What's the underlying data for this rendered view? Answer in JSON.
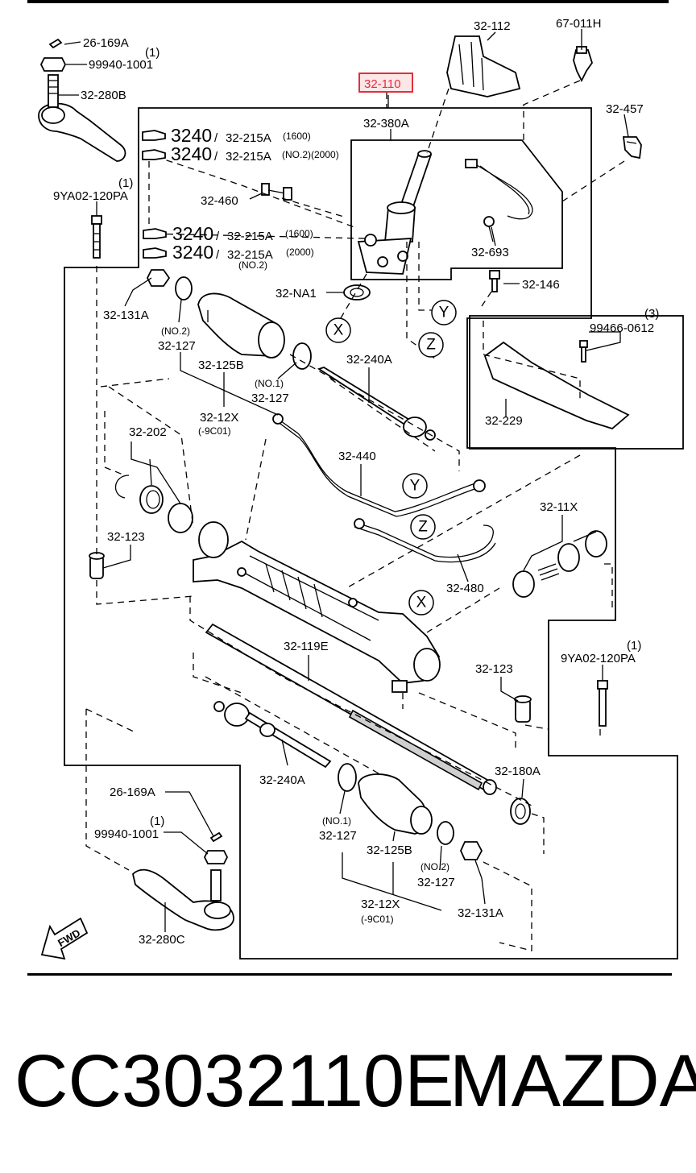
{
  "highlight_color": "#e0303a",
  "highlight_fill": "#fde6e8",
  "labels": {
    "part_26_169a_top": "26-169A",
    "qty_1_a": "(1)",
    "part_99940_1001_top": "99940-1001",
    "part_32_280b": "32-280B",
    "part_32_110": "32-110",
    "part_32_112": "32-112",
    "part_67_011h": "67-011H",
    "part_32_457": "32-457",
    "part_32_380a": "32-380A",
    "ref_3240_a": "3240",
    "ref_32_215a_a": "32-215A",
    "note_1600_a": "(1600)",
    "ref_3240_b": "3240",
    "ref_32_215a_b": "32-215A",
    "note_no2_2000_b": "(NO.2)(2000)",
    "qty_1_b": "(1)",
    "part_9ya02_120pa_left": "9YA02-120PA",
    "part_32_460": "32-460",
    "ref_3240_c": "3240",
    "ref_32_215a_c": "32-215A",
    "note_1600_c": "(1600)",
    "ref_3240_d": "3240",
    "ref_32_215a_d": "32-215A",
    "note_2000_d": "(2000)",
    "note_no2_d": "(NO.2)",
    "part_32_693": "32-693",
    "part_32_146": "32-146",
    "part_32_na1": "32-NA1",
    "part_32_131a_top": "32-131A",
    "note_no2_top": "(NO.2)",
    "part_32_127_top_a": "32-127",
    "part_32_125b_top": "32-125B",
    "note_no1_top": "(NO.1)",
    "part_32_127_top_b": "32-127",
    "part_32_240a_top": "32-240A",
    "part_32_12x_top": "32-12X",
    "note_9c01_top": "(-9C01)",
    "qty_3": "(3)",
    "part_99466_0612": "99466-0612",
    "part_32_229": "32-229",
    "part_32_202": "32-202",
    "part_32_440": "32-440",
    "part_32_11x": "32-11X",
    "part_32_123_left": "32-123",
    "part_32_480": "32-480",
    "part_32_119e": "32-119E",
    "qty_1_c": "(1)",
    "part_9ya02_120pa_right": "9YA02-120PA",
    "part_32_123_right": "32-123",
    "part_32_240a_bottom": "32-240A",
    "part_32_180a": "32-180A",
    "part_26_169a_bottom": "26-169A",
    "qty_1_d": "(1)",
    "part_99940_1001_bottom": "99940-1001",
    "note_no1_bottom": "(NO.1)",
    "part_32_127_bottom_a": "32-127",
    "part_32_125b_bottom": "32-125B",
    "note_no2_bottom": "(NO.2)",
    "part_32_127_bottom_b": "32-127",
    "part_32_12x_bottom": "32-12X",
    "note_9c01_bottom": "(-9C01)",
    "part_32_131a_bottom": "32-131A",
    "part_32_280c": "32-280C",
    "fwd": "FWD"
  },
  "callouts": {
    "x": "X",
    "y": "Y",
    "z": "Z"
  },
  "footer": {
    "part_number": "CC3032110E",
    "brand": "MAZDA"
  }
}
